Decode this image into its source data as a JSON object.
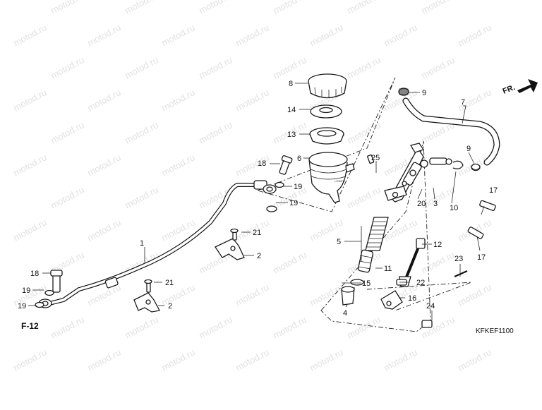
{
  "watermark": {
    "text": "motod.ru"
  },
  "direction": {
    "label": "FR."
  },
  "reference": {
    "label": "F-12"
  },
  "figure_code": "KFKEF1100",
  "callouts": {
    "c1": "1",
    "c2a": "2",
    "c2b": "2",
    "c3": "3",
    "c4": "4",
    "c5": "5",
    "c6": "6",
    "c7": "7",
    "c8": "8",
    "c9a": "9",
    "c9b": "9",
    "c10": "10",
    "c11": "11",
    "c12": "12",
    "c13": "13",
    "c14": "14",
    "c15": "15",
    "c16": "16",
    "c17a": "17",
    "c17b": "17",
    "c18a": "18",
    "c18b": "18",
    "c19a": "19",
    "c19b": "19",
    "c19c": "19",
    "c19d": "19",
    "c20": "20",
    "c21a": "21",
    "c21b": "21",
    "c22": "22",
    "c23": "23",
    "c24": "24",
    "c25": "25"
  }
}
